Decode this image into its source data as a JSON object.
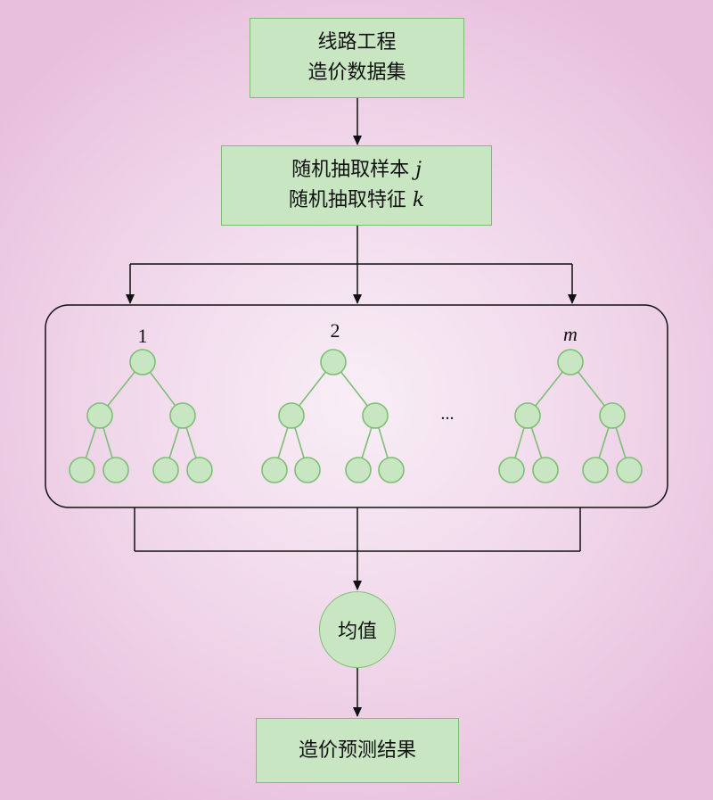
{
  "dataset_box": {
    "line1": "线路工程",
    "line2": "造价数据集"
  },
  "sampling_box": {
    "line1_text": "随机抽取样本",
    "line1_var": "j",
    "line2_text": "随机抽取特征",
    "line2_var": "k"
  },
  "trees": [
    {
      "label": "1"
    },
    {
      "label": "2"
    },
    {
      "label": "m"
    }
  ],
  "ellipsis": "...",
  "mean_node": {
    "label": "均值"
  },
  "result_box": {
    "label": "造价预测结果"
  },
  "colors": {
    "node_fill": "#c9e6c3",
    "node_stroke": "#7cbf74",
    "line": "#111111",
    "background": "#efd3e8"
  }
}
